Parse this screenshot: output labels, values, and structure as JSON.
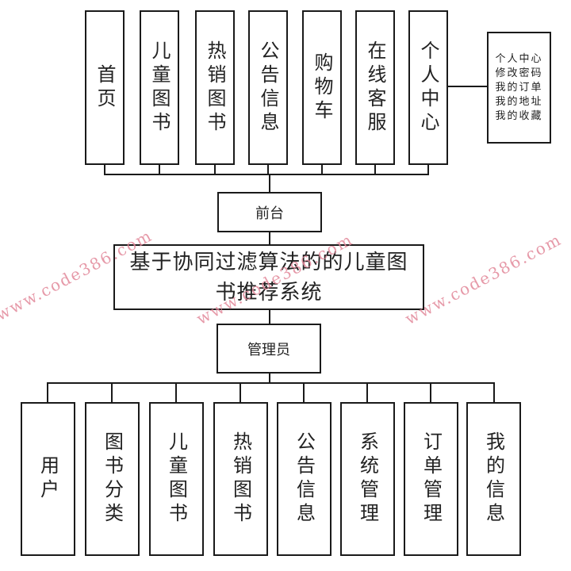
{
  "diagram": {
    "root": "基于协同过滤算法的的儿童图书推荐系统",
    "frontend": {
      "label": "前台",
      "modules": [
        "首页",
        "儿童图书",
        "热销图书",
        "公告信息",
        "购物车",
        "在线客服",
        "个人中心"
      ],
      "personal_center_detail": "个人中心\n修改密码\n我的订单\n我的地址\n我的收藏"
    },
    "backend": {
      "label": "管理员",
      "modules": [
        "用户",
        "图书分类",
        "儿童图书",
        "热销图书",
        "公告信息",
        "系统管理",
        "订单管理",
        "我的信息"
      ]
    },
    "watermark": "www.code386.com"
  }
}
